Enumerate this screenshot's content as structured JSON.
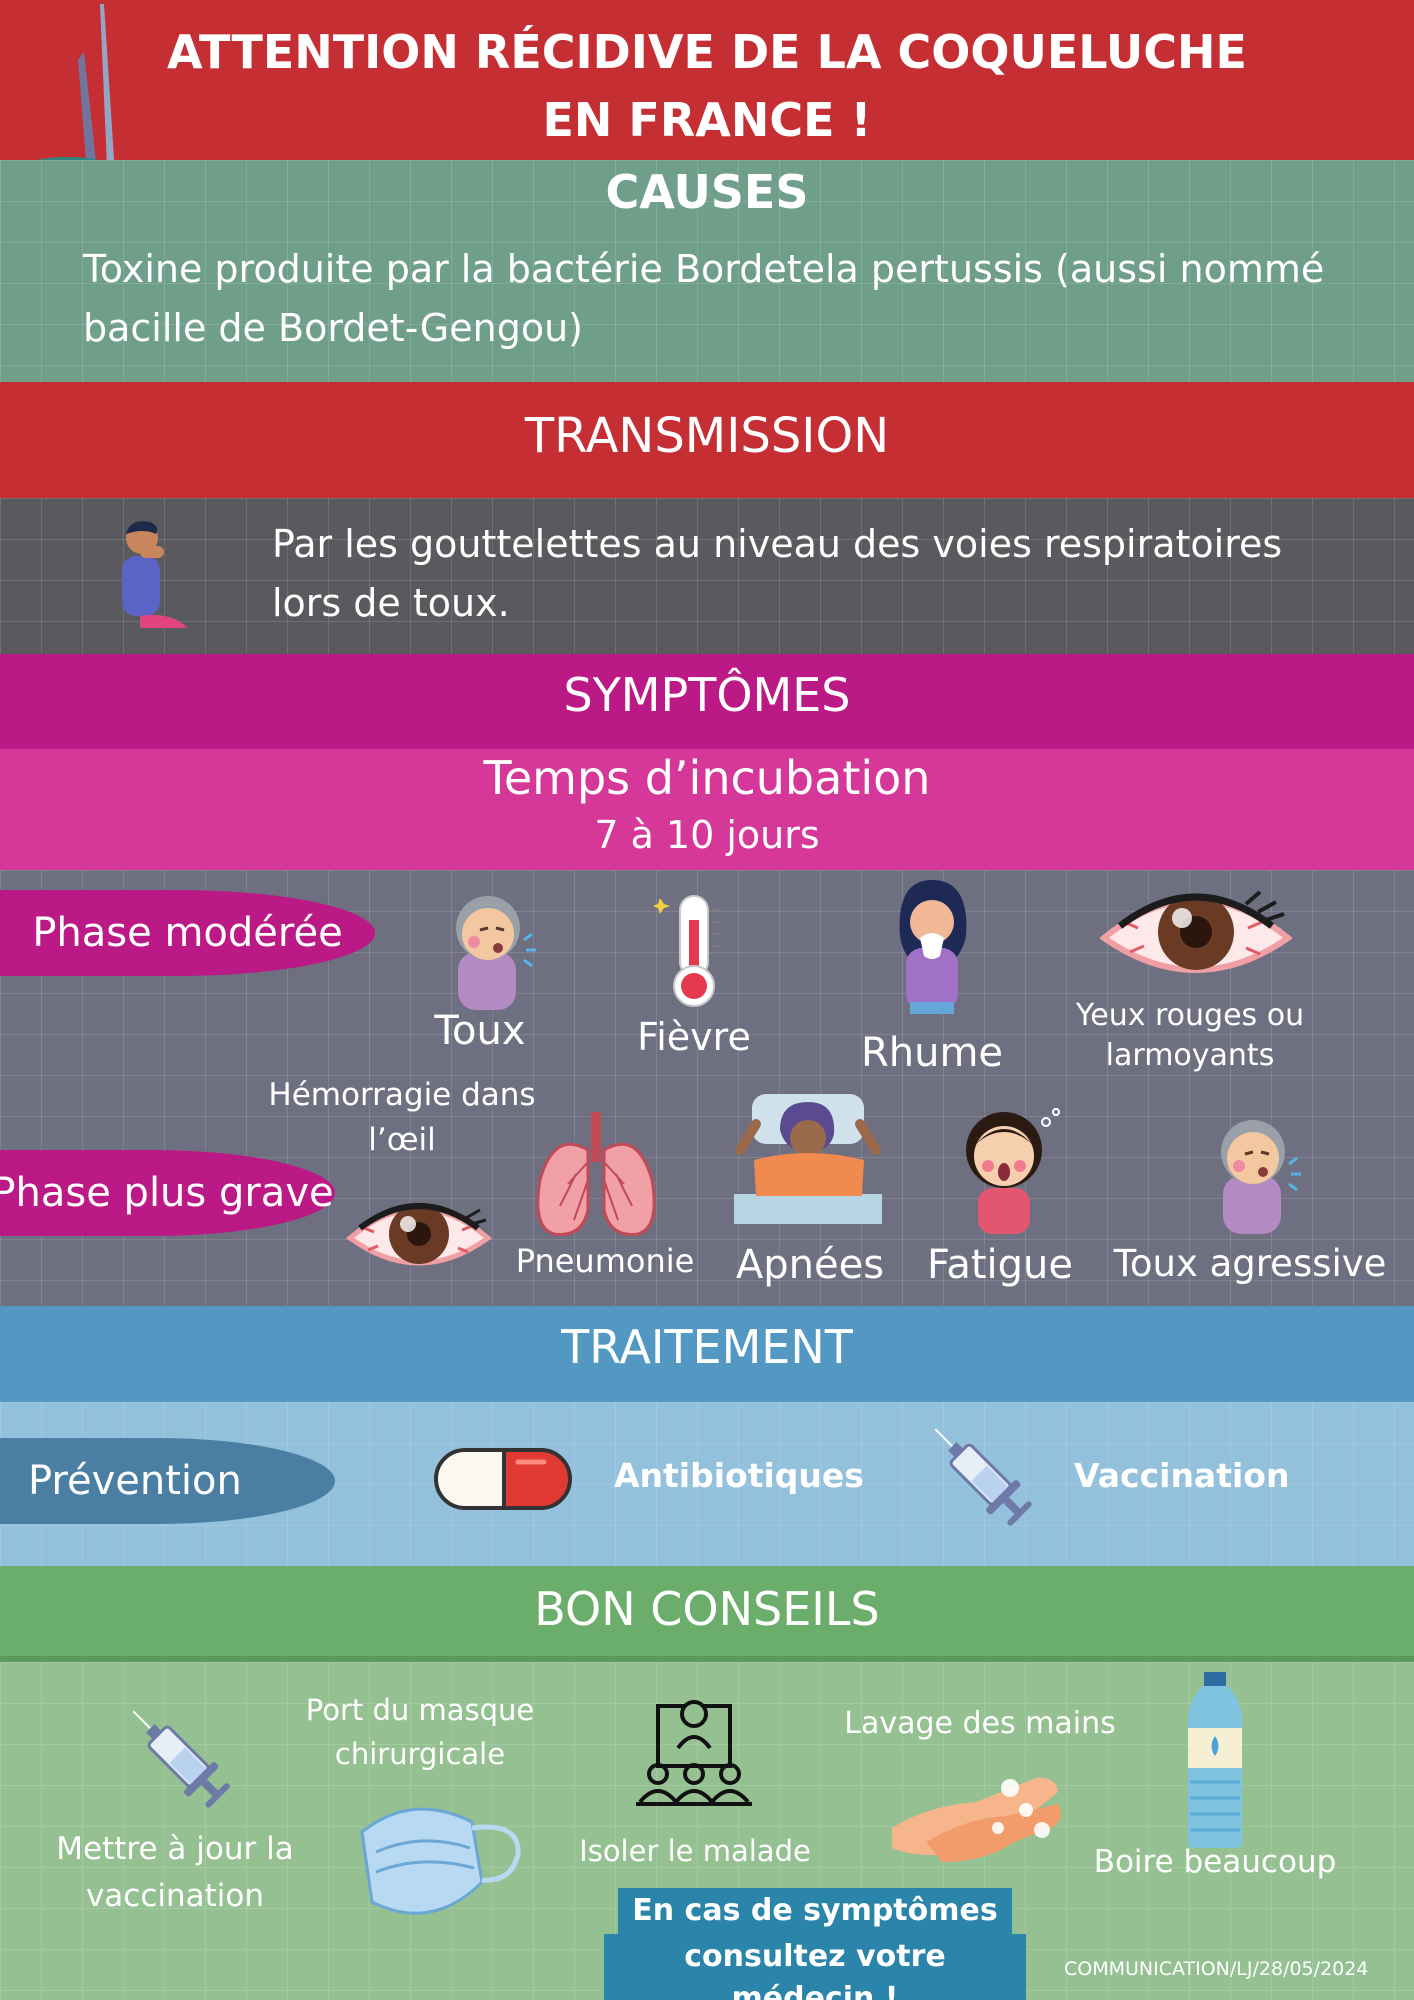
{
  "header": {
    "title_line1": "ATTENTION RÉCIDIVE DE LA COQUELUCHE",
    "title_line2": "EN FRANCE !"
  },
  "causes": {
    "heading": "CAUSES",
    "text_line1": "Toxine produite par la bactérie Bordetela pertussis (aussi nommé",
    "text_line2": "bacille de Bordet-Gengou)"
  },
  "transmission": {
    "heading": "TRANSMISSION",
    "text_line1": "Par les gouttelettes au niveau des voies respiratoires",
    "text_line2": "lors de toux.",
    "icon": "coughing-person-icon"
  },
  "symptoms": {
    "heading": "SYMPTÔMES",
    "incubation_title": "Temps d’incubation",
    "incubation_value": "7 à 10 jours",
    "phase_moderate": {
      "label": "Phase modérée",
      "items": [
        {
          "label": "Toux",
          "icon": "coughing-elder-icon"
        },
        {
          "label": "Fièvre",
          "icon": "thermometer-icon"
        },
        {
          "label": "Rhume",
          "icon": "sneezing-woman-icon"
        },
        {
          "label_line1": "Yeux rouges ou",
          "label_line2": "larmoyants",
          "icon": "red-eye-icon"
        }
      ]
    },
    "phase_severe": {
      "label": "Phase plus grave",
      "items": [
        {
          "label_line1": "Hémorragie dans",
          "label_line2": "l’œil",
          "icon": "bloodshot-eye-icon"
        },
        {
          "label": "Pneumonie",
          "icon": "lungs-icon"
        },
        {
          "label": "Apnées",
          "icon": "sleeping-person-icon"
        },
        {
          "label": "Fatigue",
          "icon": "yawning-girl-icon"
        },
        {
          "label": "Toux agressive",
          "icon": "coughing-elder-icon"
        }
      ]
    }
  },
  "treatment": {
    "heading": "TRAITEMENT",
    "prevention_label": "Prévention",
    "antibiotics_label": "Antibiotiques",
    "vaccination_label": "Vaccination"
  },
  "advice": {
    "heading": "BON CONSEILS",
    "vaccine_line1": "Mettre à jour la",
    "vaccine_line2": "vaccination",
    "mask_line1": "Port du masque",
    "mask_line2": "chirurgicale",
    "isolate": "Isoler le malade",
    "handwash": "Lavage des mains",
    "drink": "Boire beaucoup",
    "callout_line1": "En cas de symptômes",
    "callout_line2": "consultez votre médecin !",
    "footer": "COMMUNICATION/LJ/28/05/2024"
  },
  "colors": {
    "red": "#c52f33",
    "teal": "#6f9f8b",
    "dark_gray": "#5a5a5e",
    "magenta": "#bb1a86",
    "pink": "#d6389a",
    "slate": "#6e6f80",
    "blue": "#5397c3",
    "light_blue": "#93c0db",
    "green": "#6bae6c",
    "light_green": "#95c192"
  }
}
